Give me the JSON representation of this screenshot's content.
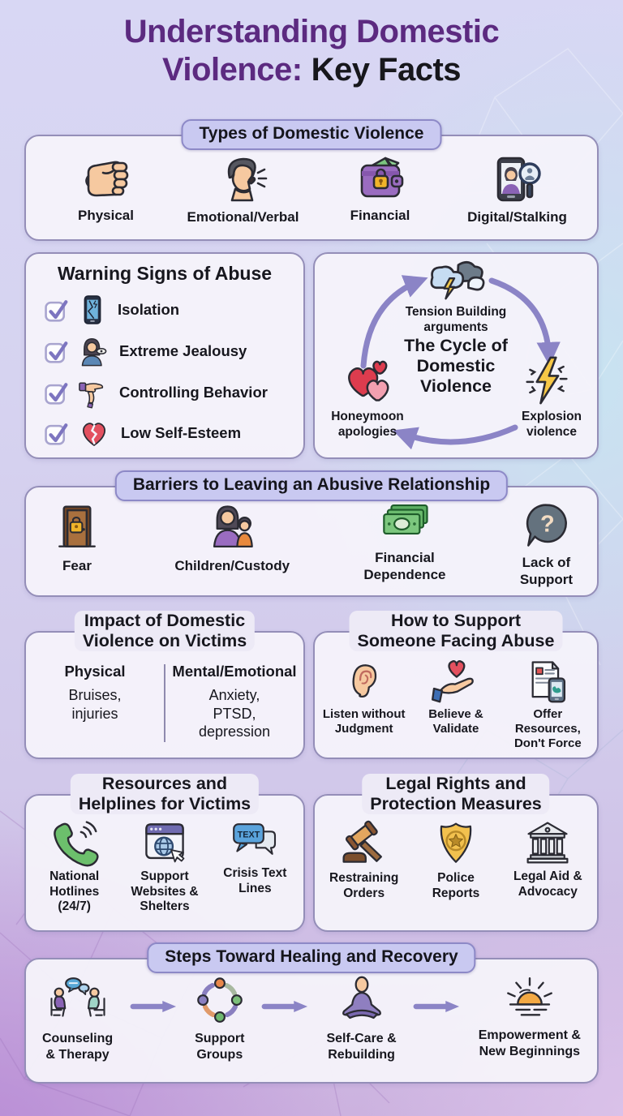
{
  "title": {
    "line1": "Understanding Domestic",
    "line2_accent": "Violence:",
    "line2_rest": "Key Facts"
  },
  "colors": {
    "title_purple": "#5c2a80",
    "text_dark": "#17171c",
    "pill_bg": "#c9c9f1",
    "pill_border": "#8d89c7",
    "card_bg": "#f5f3fa",
    "card_border": "#948eb8",
    "arrow_purple": "#8b84c6",
    "bg_lavender_top": "#d8d7f4",
    "bg_blue_right": "#c7e4f1",
    "bg_purple_bottom": "#b687d4"
  },
  "types": {
    "header": "Types of Domestic Violence",
    "items": [
      {
        "icon": "fist-icon",
        "label": "Physical"
      },
      {
        "icon": "shouting-person-icon",
        "label": "Emotional/Verbal"
      },
      {
        "icon": "locked-wallet-icon",
        "label": "Financial"
      },
      {
        "icon": "phone-magnifier-icon",
        "label": "Digital/Stalking"
      }
    ]
  },
  "warning_signs": {
    "header": "Warning Signs of Abuse",
    "items": [
      {
        "icon": "broken-phone-icon",
        "label": "Isolation"
      },
      {
        "icon": "watched-woman-icon",
        "label": "Extreme Jealousy"
      },
      {
        "icon": "controlling-hand-icon",
        "label": "Controlling Behavior"
      },
      {
        "icon": "broken-heart-icon",
        "label": "Low Self-Esteem"
      }
    ]
  },
  "cycle": {
    "title": "The Cycle of\nDomestic\nViolence",
    "nodes": [
      {
        "position": "top",
        "icon": "storm-clouds-icon",
        "label": "Tension Building\narguments"
      },
      {
        "position": "right",
        "icon": "lightning-bolt-icon",
        "label": "Explosion\nviolence"
      },
      {
        "position": "left",
        "icon": "hearts-icon",
        "label": "Honeymoon\napologies"
      }
    ]
  },
  "barriers": {
    "header": "Barriers to Leaving an Abusive Relationship",
    "items": [
      {
        "icon": "locked-door-icon",
        "label": "Fear"
      },
      {
        "icon": "parent-child-icon",
        "label": "Children/Custody"
      },
      {
        "icon": "cash-icon",
        "label": "Financial\nDependence"
      },
      {
        "icon": "question-bubble-icon",
        "label": "Lack of\nSupport"
      }
    ]
  },
  "impact": {
    "title": "Impact of Domestic\nViolence on Victims",
    "columns": [
      {
        "heading": "Physical",
        "text": "Bruises,\ninjuries"
      },
      {
        "heading": "Mental/Emotional",
        "text": "Anxiety,\nPTSD,\ndepression"
      }
    ]
  },
  "support": {
    "title": "How to Support\nSomeone Facing Abuse",
    "items": [
      {
        "icon": "ear-icon",
        "label": "Listen without\nJudgment"
      },
      {
        "icon": "hand-heart-icon",
        "label": "Believe &\nValidate"
      },
      {
        "icon": "resources-phone-icon",
        "label": "Offer Resources,\nDon't Force"
      }
    ]
  },
  "resources": {
    "title": "Resources and\nHelplines for Victims",
    "items": [
      {
        "icon": "phone-handset-icon",
        "label": "National\nHotlines\n(24/7)"
      },
      {
        "icon": "browser-globe-icon",
        "label": "Support\nWebsites &\nShelters"
      },
      {
        "icon": "text-bubbles-icon",
        "label": "Crisis Text\nLines",
        "bubble_text": "TEXT"
      }
    ]
  },
  "legal": {
    "title": "Legal Rights and\nProtection Measures",
    "items": [
      {
        "icon": "gavel-icon",
        "label": "Restraining\nOrders"
      },
      {
        "icon": "police-badge-icon",
        "label": "Police\nReports"
      },
      {
        "icon": "courthouse-icon",
        "label": "Legal Aid &\nAdvocacy"
      }
    ]
  },
  "healing": {
    "header": "Steps Toward Healing and Recovery",
    "steps": [
      {
        "icon": "counseling-icon",
        "label": "Counseling\n& Therapy"
      },
      {
        "icon": "group-ring-icon",
        "label": "Support\nGroups"
      },
      {
        "icon": "meditation-icon",
        "label": "Self-Care &\nRebuilding"
      },
      {
        "icon": "sunrise-icon",
        "label": "Empowerment &\nNew Beginnings"
      }
    ]
  }
}
